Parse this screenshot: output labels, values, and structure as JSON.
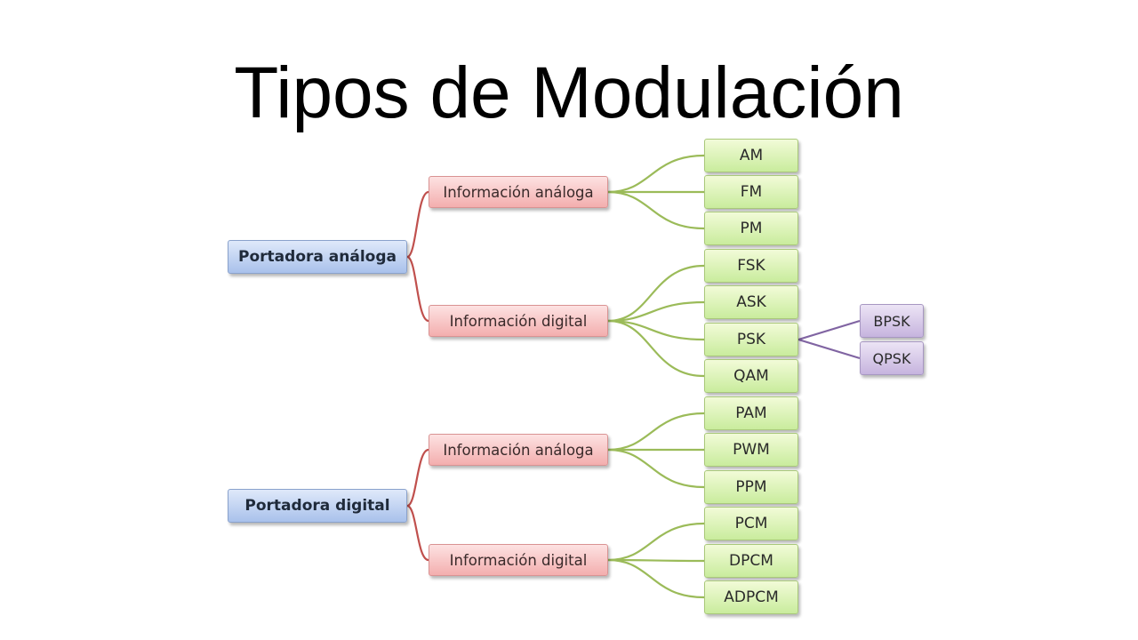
{
  "title": "Tipos de Modulación",
  "colors": {
    "root_fill": "#b9cdef",
    "mid_fill": "#f6bcbc",
    "leaf_fill": "#d6f1b0",
    "sub_fill": "#d3c5e6",
    "root_to_mid_line": "#c0504d",
    "mid_to_leaf_line": "#9bbb59",
    "leaf_to_sub_line": "#8064a2"
  },
  "tree": {
    "analog_carrier": {
      "label": "Portadora análoga",
      "analog_info": {
        "label": "Información análoga",
        "leaves": [
          "AM",
          "FM",
          "PM"
        ]
      },
      "digital_info": {
        "label": "Información digital",
        "leaves": [
          "FSK",
          "ASK",
          "PSK",
          "QAM"
        ]
      }
    },
    "digital_carrier": {
      "label": "Portadora digital",
      "analog_info": {
        "label": "Información análoga",
        "leaves": [
          "PAM",
          "PWM",
          "PPM"
        ]
      },
      "digital_info": {
        "label": "Información digital",
        "leaves": [
          "PCM",
          "DPCM",
          "ADPCM"
        ]
      }
    },
    "psk_children": [
      "BPSK",
      "QPSK"
    ]
  }
}
